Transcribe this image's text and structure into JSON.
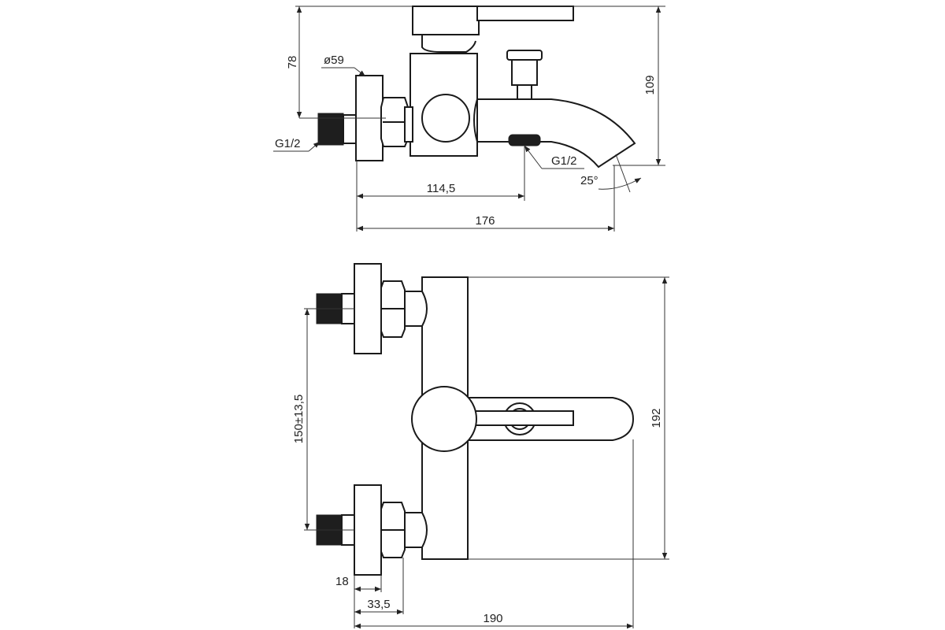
{
  "colors": {
    "line": "#1a1a1a",
    "thread": "#1e1e1e",
    "background": "#ffffff"
  },
  "side_view": {
    "dim_height_78": "78",
    "dim_diameter_59": "ø59",
    "dim_thread_inlet": "G1/2",
    "dim_height_109": "109",
    "dim_thread_outlet": "G1/2",
    "dim_angle_25": "25°",
    "dim_length_114_5": "114,5",
    "dim_length_176": "176"
  },
  "front_view": {
    "dim_centers_150": "150±13,5",
    "dim_height_192": "192",
    "dim_18": "18",
    "dim_33_5": "33,5",
    "dim_190": "190"
  }
}
